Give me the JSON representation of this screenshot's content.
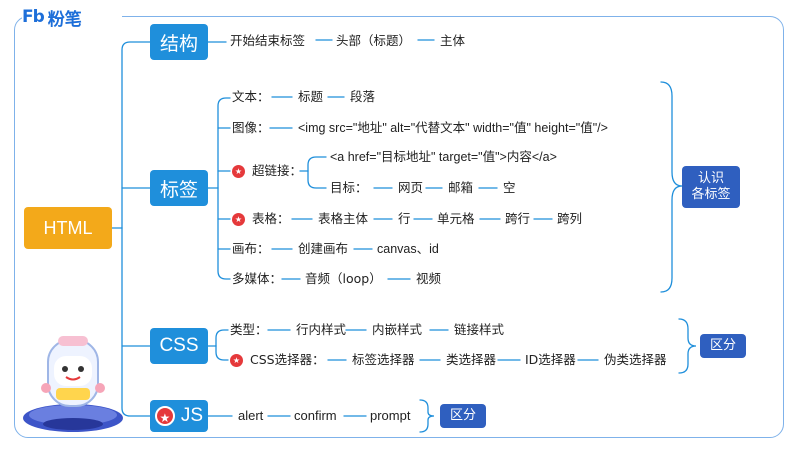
{
  "brand": {
    "logo": "Fb",
    "name": "粉笔"
  },
  "root": {
    "label": "HTML"
  },
  "categories": {
    "structure": "结构",
    "tags": "标签",
    "css": "CSS",
    "js": "JS"
  },
  "summaries": {
    "tags": "认识\n各标签",
    "css": "区分",
    "js": "区分"
  },
  "structure": {
    "items": [
      "开始结束标签",
      "头部（标题）",
      "主体"
    ]
  },
  "tags": {
    "text": {
      "label": "文本：",
      "items": [
        "标题",
        "段落"
      ]
    },
    "image": {
      "label": "图像：",
      "code": "<img src=\"地址\" alt=\"代替文本\" width=\"值\" height=\"值\"/>"
    },
    "hyperlink": {
      "label": "超链接：",
      "code": "<a href=\"目标地址\" target=\"值\">内容</a>",
      "target_label": "目标：",
      "targets": [
        "网页",
        "邮箱",
        "空"
      ]
    },
    "table": {
      "label": "表格：",
      "items": [
        "表格主体",
        "行",
        "单元格",
        "跨行",
        "跨列"
      ]
    },
    "canvas": {
      "label": "画布：",
      "items": [
        "创建画布",
        "canvas、id"
      ]
    },
    "media": {
      "label": "多媒体：",
      "items": [
        "音频（loop）",
        "视频"
      ]
    }
  },
  "css": {
    "types": {
      "label": "类型：",
      "items": [
        "行内样式",
        "内嵌样式",
        "链接样式"
      ]
    },
    "selectors": {
      "label": "CSS选择器：",
      "items": [
        "标签选择器",
        "类选择器",
        "ID选择器",
        "伪类选择器"
      ]
    }
  },
  "js": {
    "items": [
      "alert",
      "confirm",
      "prompt"
    ]
  },
  "colors": {
    "line": "#1f8fdb",
    "root": "#f3a91a",
    "category": "#1f8fdb",
    "summary": "#2f5fbf",
    "star": "#e5393b"
  }
}
